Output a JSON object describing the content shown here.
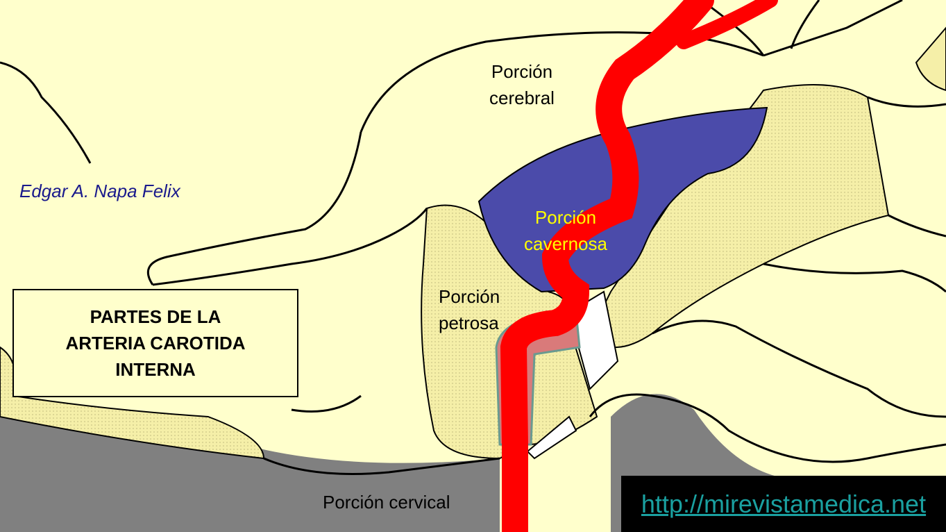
{
  "author": "Edgar A. Napa Felix",
  "title_lines": [
    "PARTES DE LA",
    "ARTERIA CAROTIDA",
    "INTERNA"
  ],
  "labels": {
    "cerebral": [
      "Porción",
      "cerebral"
    ],
    "cavernosa": [
      "Porción",
      "cavernosa"
    ],
    "petrosa": [
      "Porción",
      "petrosa"
    ],
    "cervical": "Porción cervical"
  },
  "url": "http://mirevistamedica.net",
  "colors": {
    "background": "#FFFFCC",
    "artery": "#FF0000",
    "sinus": "#4B4BAA",
    "bone": "#F5EFA8",
    "gray": "#808080",
    "petrous_artery": "#D97A7A",
    "url": "#1AA0A0",
    "cavernosa_label": "#FFFF00"
  }
}
